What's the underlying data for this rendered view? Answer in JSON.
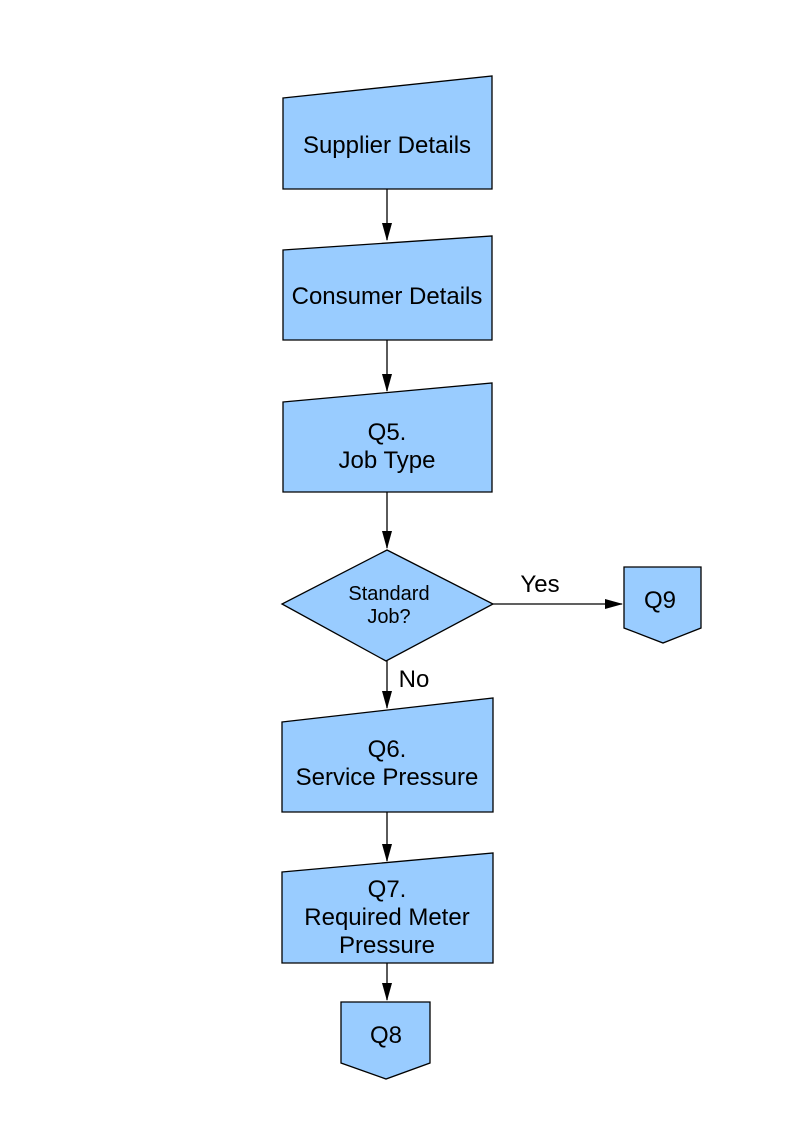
{
  "diagram": {
    "description": "Flowchart of job question sequence",
    "colors": {
      "shape_fill": "#99CCFF",
      "shape_stroke": "#000000",
      "connector": "#000000",
      "text": "#000000",
      "background": "#FFFFFF"
    },
    "nodes": {
      "supplier": {
        "type": "manual-input",
        "label": "Supplier Details"
      },
      "consumer": {
        "type": "manual-input",
        "label": "Consumer Details"
      },
      "q5": {
        "type": "manual-input",
        "line1": "Q5.",
        "line2": "Job Type"
      },
      "decision": {
        "type": "decision",
        "line1": "Standard",
        "line2": "Job?"
      },
      "q9": {
        "type": "off-page-connector",
        "label": "Q9"
      },
      "q6": {
        "type": "manual-input",
        "line1": "Q6.",
        "line2": "Service Pressure"
      },
      "q7": {
        "type": "manual-input",
        "line1": "Q7.",
        "line2": "Required Meter",
        "line3": "Pressure"
      },
      "q8": {
        "type": "off-page-connector",
        "label": "Q8"
      }
    },
    "edges": {
      "yes_label": "Yes",
      "no_label": "No"
    }
  }
}
